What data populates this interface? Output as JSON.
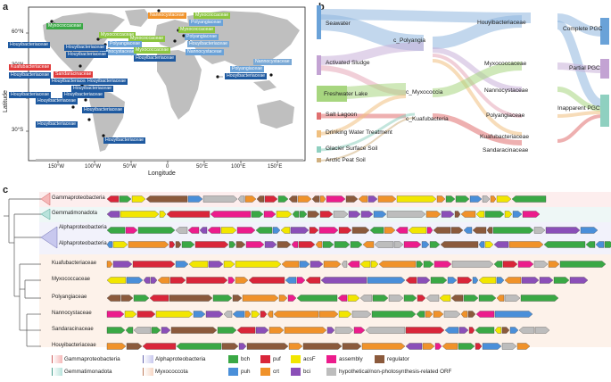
{
  "panels": {
    "a": "a",
    "b": "b",
    "c": "c"
  },
  "map": {
    "xlabel": "Longitude",
    "ylabel": "Latitude",
    "lat_ticks": [
      "60°N",
      "30°N",
      "0",
      "30°S"
    ],
    "lon_ticks": [
      "150°W",
      "100°W",
      "50°W",
      "0",
      "50°E",
      "100°E",
      "150°E"
    ],
    "tags": [
      {
        "text": "Myxococcaceae"
      },
      {
        "text": "Nannocystaceae"
      },
      {
        "text": "Myxococcaceae"
      },
      {
        "text": "Polyangiaceae"
      },
      {
        "text": "Myxococcaceae"
      },
      {
        "text": "Myxococcaceae"
      },
      {
        "text": "Myxococcaceae"
      },
      {
        "text": "Polyangiaceae"
      },
      {
        "text": "Polyangiaceae"
      },
      {
        "text": "Nannocystaceae"
      },
      {
        "text": "Houyibacteriaceae"
      },
      {
        "text": "Houyibacteriaceae"
      },
      {
        "text": "Houyibacteriaceae"
      },
      {
        "text": "Houyibacteriaceae"
      },
      {
        "text": "Myxococcaceae"
      },
      {
        "text": "Nannocystaceae"
      },
      {
        "text": "Houyibacteriaceae"
      },
      {
        "text": "Kuafubacteriaceae"
      },
      {
        "text": "Sandaracinaceae"
      },
      {
        "text": "Houyibacteriaceae"
      },
      {
        "text": "Houyibacteriaceae"
      },
      {
        "text": "Houyibacteriaceae"
      },
      {
        "text": "Houyibacteriaceae"
      },
      {
        "text": "Houyibacteriaceae"
      },
      {
        "text": "Houyibacteriaceae"
      },
      {
        "text": "Houyibacteriaceae"
      },
      {
        "text": "Houyibacteriaceae"
      },
      {
        "text": "Houyibacteriaceae"
      },
      {
        "text": "Houyibacteriaceae"
      },
      {
        "text": "Houyibacteriaceae"
      },
      {
        "text": "Polyangiaceae"
      },
      {
        "text": "Nannocystaceae"
      }
    ]
  },
  "sankey": {
    "sources": [
      "Seawater",
      "Activated Sludge",
      "Freshwater Lake",
      "Salt Lagoon",
      "Drinking Water Treatment",
      "Glacier Surface Soil",
      "Arctic Peat Soil"
    ],
    "classes": [
      "c_Polyangia",
      "c_Myxococcia",
      "c_Kuafubacteria"
    ],
    "families": [
      "Houyibacteriaceae",
      "Myxococcaceae",
      "Nannocystaceae",
      "Polyangiaceae",
      "Kuafubacteriaceae",
      "Sandaracinaceae"
    ],
    "completeness": [
      "Complete PGC",
      "Partial PGC",
      "Inapparent PGC"
    ]
  },
  "tree": {
    "leaves": [
      "Gammaproteobacteria",
      "Gemmatimonadota",
      "Alphaproteobacteria",
      "Alphaproteobacteria",
      "Kuafubacteriaceae",
      "Myxococcaceae",
      "Polyangiaceae",
      "Nannocystaceae",
      "Sandaracinaceae",
      "Houyibacteriaceae"
    ]
  },
  "legend": {
    "clades": [
      {
        "label": "Gammaproteobacteria",
        "color": "#f5b8b8"
      },
      {
        "label": "Alphaproteobacteria",
        "color": "#c8c8ee"
      },
      {
        "label": "Gemmatimonadota",
        "color": "#b9e3dc"
      },
      {
        "label": "Myxococcota",
        "color": "#f6d6c4"
      }
    ],
    "genes": [
      {
        "label": "bch",
        "color": "#3aa845"
      },
      {
        "label": "puf",
        "color": "#d9263a"
      },
      {
        "label": "acsF",
        "color": "#f2e600"
      },
      {
        "label": "assembly",
        "color": "#ec1c8c"
      },
      {
        "label": "regulator",
        "color": "#8b5a3c"
      },
      {
        "label": "puh",
        "color": "#4a8fd9"
      },
      {
        "label": "crt",
        "color": "#f0922a"
      },
      {
        "label": "bci",
        "color": "#8b4fb8"
      },
      {
        "label": "hypothetical/non-photosynthesis-related ORF",
        "color": "#bdbdbd"
      }
    ]
  }
}
